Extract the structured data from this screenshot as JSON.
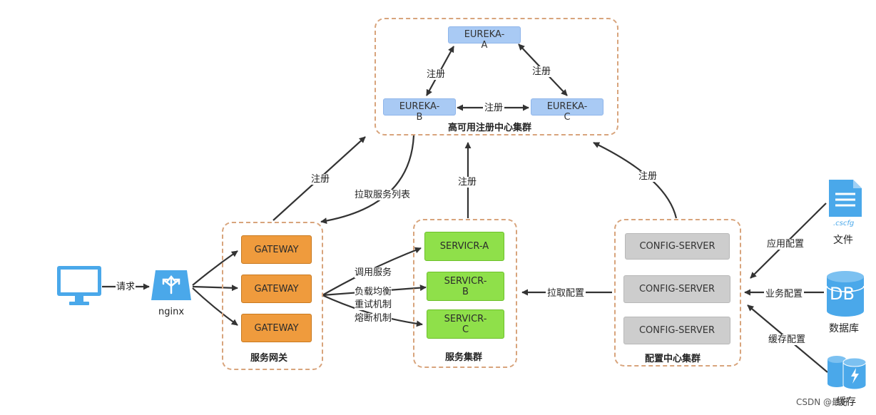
{
  "eureka_cluster": {
    "title": "高可用注册中心集群",
    "nodes": [
      {
        "label": "EUREKA-\nA"
      },
      {
        "label": "EUREKA-\nB"
      },
      {
        "label": "EUREKA-\nC"
      }
    ],
    "edge_labels": {
      "a_b": "注册",
      "a_c": "注册",
      "b_c": "注册"
    }
  },
  "client": {
    "request_label": "请求",
    "nginx_label": "nginx"
  },
  "gateway_cluster": {
    "title": "服务网关",
    "nodes": [
      "GATEWAY",
      "GATEWAY",
      "GATEWAY"
    ]
  },
  "service_cluster": {
    "title": "服务集群",
    "nodes": [
      "SERVICR-A",
      "SERVICR-\nB",
      "SERVICR-\nC"
    ]
  },
  "config_cluster": {
    "title": "配置中心集群",
    "nodes": [
      "CONFIG-SERVER",
      "CONFIG-SERVER",
      "CONFIG-SERVER"
    ]
  },
  "edge_labels": {
    "gateway_register": "注册",
    "pull_service_list": "拉取服务列表",
    "service_register": "注册",
    "config_register": "注册",
    "invoke_service": "调用服务",
    "load_balance": "负载均衡",
    "retry": "重试机制",
    "circuit_breaker": "熔断机制",
    "pull_config": "拉取配置",
    "app_config": "应用配置",
    "business_config": "业务配置",
    "cache_config": "缓存配置"
  },
  "sources": {
    "file": {
      "label": "文件",
      "ext": ".cscfg"
    },
    "db": {
      "label": "数据库",
      "icon_text": "DB"
    },
    "cache": {
      "label": "缓存"
    }
  },
  "watermark": "CSDN @最好"
}
